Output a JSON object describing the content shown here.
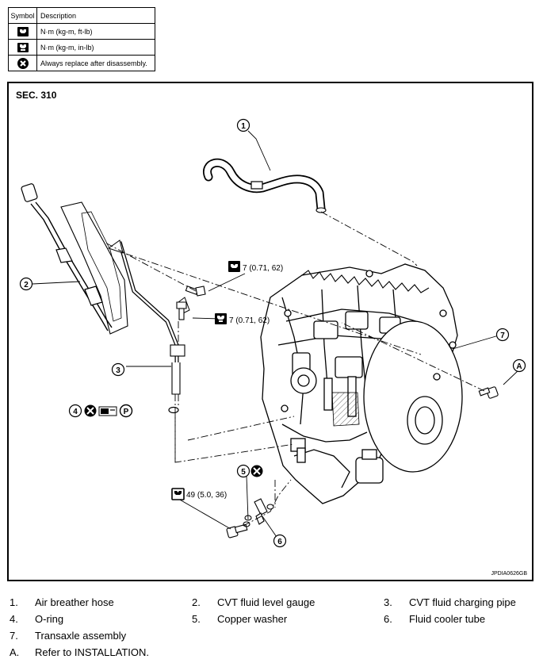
{
  "legend": {
    "header_symbol": "Symbol",
    "header_description": "Description",
    "rows": [
      {
        "icon": "torque-nm-kgm-ftlb-icon",
        "text": "N·m (kg-m, ft-lb)"
      },
      {
        "icon": "torque-nm-kgm-inlb-icon",
        "text": "N·m (kg-m, in-lb)"
      },
      {
        "icon": "always-replace-icon",
        "text": "Always replace after disassembly."
      }
    ]
  },
  "diagram": {
    "section_label": "SEC. 310",
    "reference_code": "JPDIA0626GB",
    "callouts": [
      "1",
      "2",
      "3",
      "4",
      "5",
      "6",
      "7"
    ],
    "callout_letter": "A",
    "petroleum_jelly_letter": "P",
    "torques": {
      "bolt_gauge_top": "7 (0.71, 62)",
      "bolt_gauge_pipe": "7 (0.71, 62)",
      "bolt_cooler": "49 (5.0, 36)"
    }
  },
  "parts_list": [
    {
      "num": "1.",
      "name": "Air breather hose"
    },
    {
      "num": "2.",
      "name": "CVT fluid level gauge"
    },
    {
      "num": "3.",
      "name": "CVT fluid charging pipe"
    },
    {
      "num": "4.",
      "name": "O-ring"
    },
    {
      "num": "5.",
      "name": "Copper washer"
    },
    {
      "num": "6.",
      "name": "Fluid cooler tube"
    },
    {
      "num": "7.",
      "name": "Transaxle assembly"
    },
    {
      "num": "A.",
      "name": "Refer to INSTALLATION."
    }
  ]
}
